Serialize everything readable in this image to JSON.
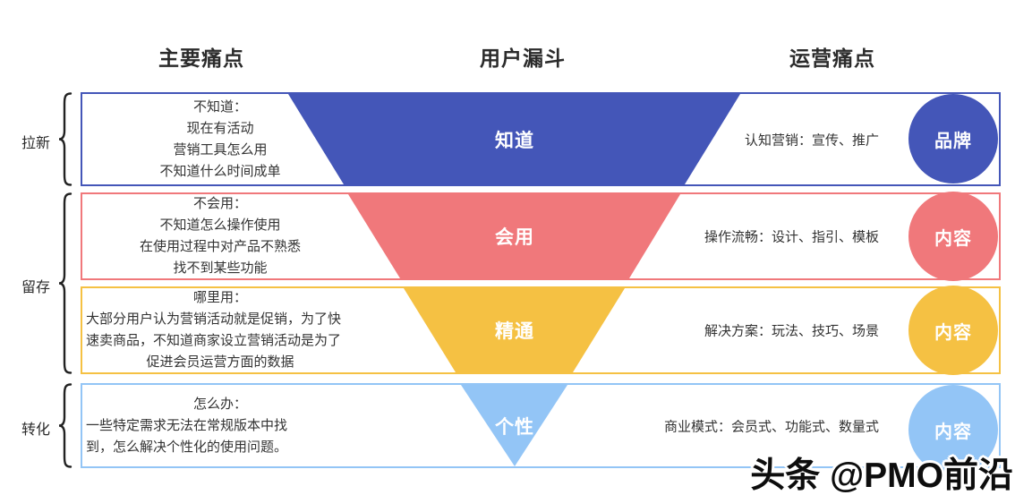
{
  "headers": {
    "left": "主要痛点",
    "center": "用户漏斗",
    "right": "运营痛点"
  },
  "stages": [
    {
      "label": "拉新"
    },
    {
      "label": "留存"
    },
    {
      "label": "转化"
    }
  ],
  "rows": [
    {
      "pain_lines": [
        "不知道：",
        "现在有活动",
        "营销工具怎么用",
        "不知道什么时间成单"
      ],
      "funnel_label": "知道",
      "ops_text": "认知营销：宣传、推广",
      "circle_label": "品牌",
      "color": "#4456b8"
    },
    {
      "pain_lines": [
        "不会用：",
        "不知道怎么操作使用",
        "在使用过程中对产品不熟悉",
        "找不到某些功能"
      ],
      "funnel_label": "会用",
      "ops_text": "操作流畅：设计、指引、模板",
      "circle_label": "内容",
      "color": "#f0787b"
    },
    {
      "pain_lines": [
        "哪里用：",
        "大部分用户认为营销活动就是促销，为了快",
        "速卖商品，不知道商家设立营销活动是为了",
        "促进会员运营方面的数据"
      ],
      "funnel_label": "精通",
      "ops_text": "解决方案：玩法、技巧、场景",
      "circle_label": "内容",
      "color": "#f5c143"
    },
    {
      "pain_lines": [
        "怎么办：",
        "一些特定需求无法在常规版本中找",
        "到，怎么解决个性化的使用问题。"
      ],
      "funnel_label": "个性",
      "ops_text": "商业模式：会员式、功能式、数量式",
      "circle_label": "内容",
      "color": "#93c5f6"
    }
  ],
  "watermark": "头条 @PMO前沿"
}
